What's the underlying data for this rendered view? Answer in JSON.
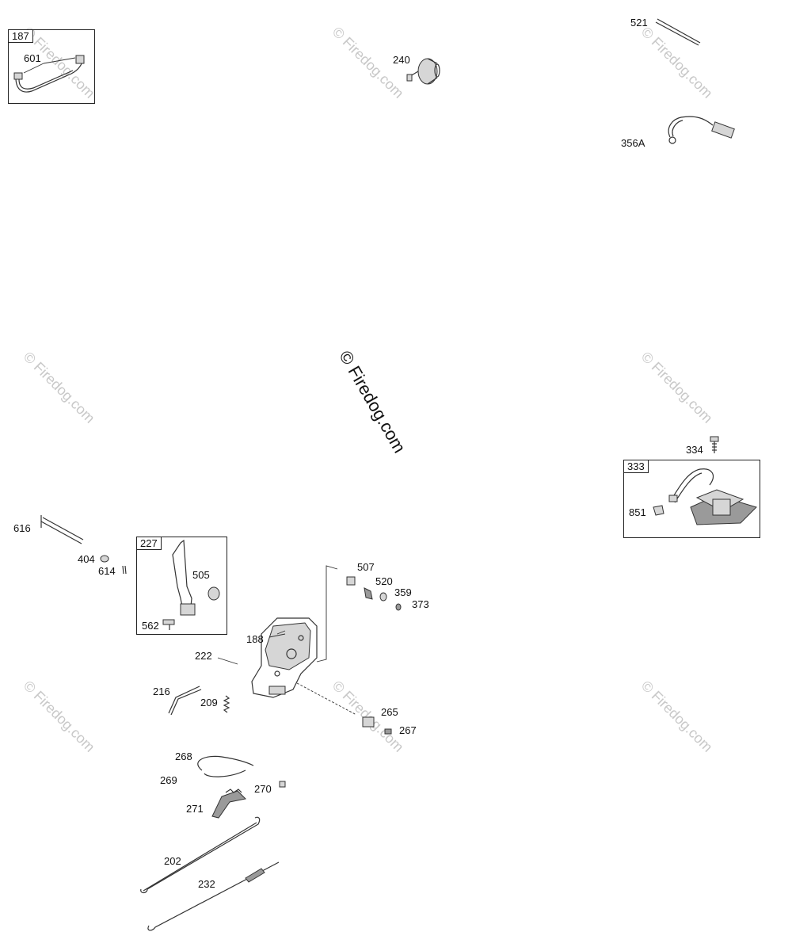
{
  "watermark": {
    "main": "© Firedog.com",
    "small": "© Firedog.com"
  },
  "boxes": {
    "b187": "187",
    "b227": "227",
    "b333": "333"
  },
  "labels": {
    "l601": "601",
    "l240": "240",
    "l521": "521",
    "l356A": "356A",
    "l334": "334",
    "l851": "851",
    "l616": "616",
    "l404": "404",
    "l614": "614",
    "l505": "505",
    "l562": "562",
    "l507": "507",
    "l520": "520",
    "l359": "359",
    "l373": "373",
    "l188": "188",
    "l222": "222",
    "l216": "216",
    "l209": "209",
    "l265": "265",
    "l267": "267",
    "l268": "268",
    "l269": "269",
    "l270": "270",
    "l271": "271",
    "l202": "202",
    "l232": "232"
  }
}
